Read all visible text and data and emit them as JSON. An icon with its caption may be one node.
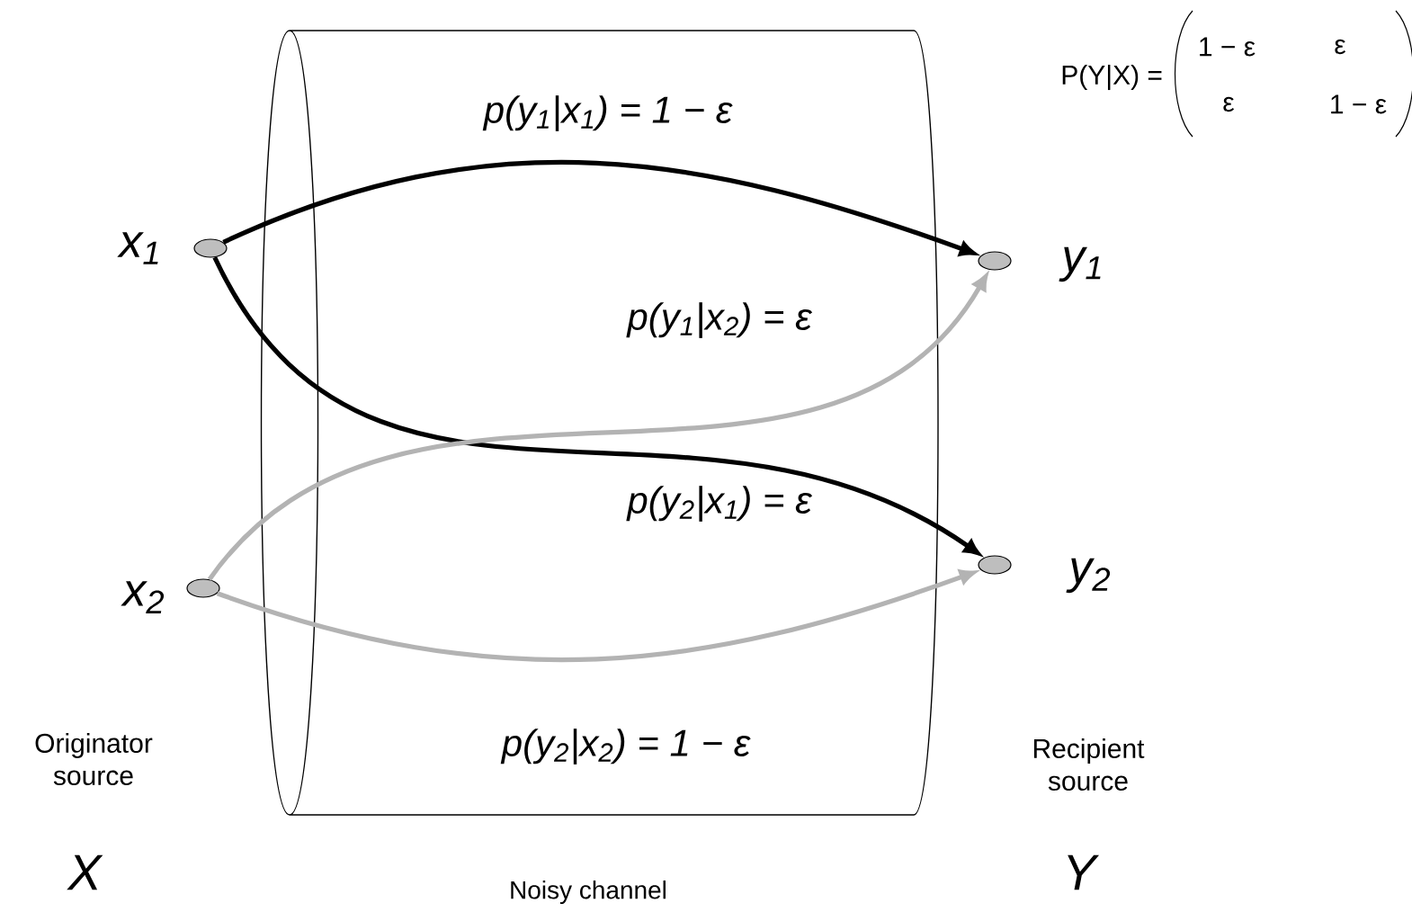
{
  "diagram": {
    "nodes": [
      {
        "text": [],
        "shape": "circle",
        "beside": [
          "x$_{1}$"
        ]
      },
      {
        "text": [],
        "shape": "circle",
        "beside": [
          "x$_{2}$"
        ]
      },
      {
        "text": [],
        "shape": "circle",
        "beside": [
          "y$_{1}$"
        ]
      },
      {
        "text": [],
        "shape": "circle",
        "beside": [
          "y$_{2}$"
        ]
      }
    ],
    "edges": [
      {
        "from": 0,
        "to": 2,
        "arrow": "to",
        "label": "p(y$_{1}$|x$_{1}$) = 1 − ε"
      },
      {
        "from": 0,
        "to": 3,
        "arrow": "to",
        "label": "p(y$_{2}$|x$_{1}$) = ε"
      },
      {
        "from": 1,
        "to": 2,
        "arrow": "to",
        "label": "p(y$_{1}$|x$_{2}$) = ε",
        "color": "#b3b3b3"
      },
      {
        "from": 1,
        "to": 3,
        "arrow": "to",
        "label": "p(y$_{2}$|x$_{2}$) = 1 − ε",
        "color": "#b3b3b3"
      }
    ],
    "labels": [
      "P(Y|X) =",
      "1 − ε",
      "ε",
      "ε",
      "1 − ε",
      "Originator source",
      "Recipient source",
      "X",
      "Y",
      "Noisy channel"
    ]
  }
}
